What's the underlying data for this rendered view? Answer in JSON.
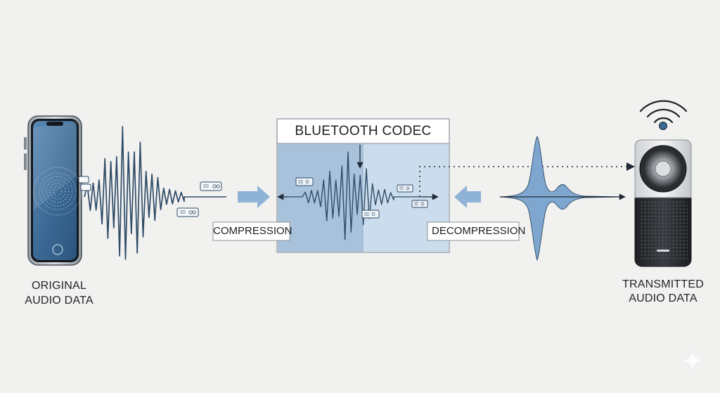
{
  "labels": {
    "codec_title": "BLUETOOTH CODEC",
    "compression": "COMPRESSION",
    "decompression": "DECOMPRESSION",
    "original_line1": "ORIGINAL",
    "original_line2": "AUDIO DATA",
    "transmitted_line1": "TRANSMITTED",
    "transmitted_line2": "AUDIO DATA"
  },
  "icons": {
    "source": "smartphone-icon",
    "fingerprint": "fingerprint-icon",
    "destination": "speaker-icon",
    "wireless": "wifi-signal-icon",
    "packets": "data-packet-icon",
    "sparkle": "sparkle-icon"
  },
  "colors": {
    "background": "#f1f1f0",
    "arrow_blue": "#8fb3d6",
    "wave_dark": "#2f4b66",
    "wave_fill": "#7ea6cf",
    "codec_left": "#a9c2dc",
    "codec_right": "#cbdcec",
    "phone_screen": "#3f6f9c",
    "speaker_body": "#2b2e33"
  }
}
